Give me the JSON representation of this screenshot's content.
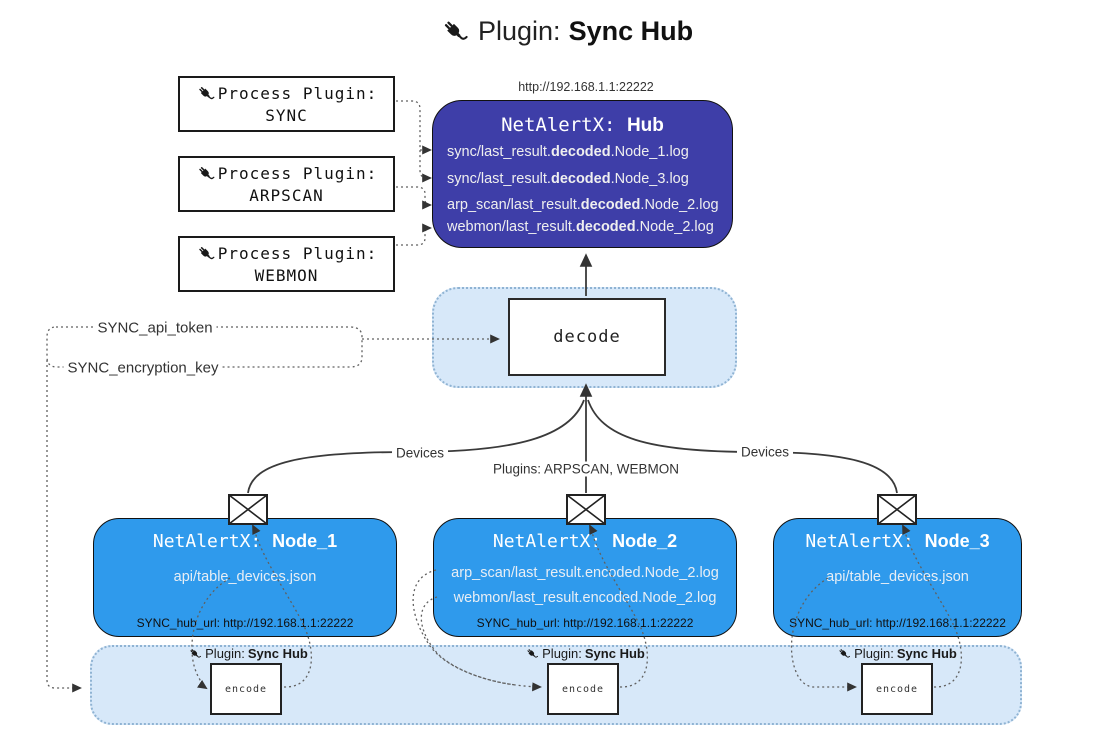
{
  "colors": {
    "hub_fill": "#3e3ea8",
    "node_fill": "#2f9aec",
    "zone_fill": "#d7e8f9",
    "zone_border": "#8fb3d3",
    "line": "#3a3a3a",
    "hub_text": "#efefef",
    "node_text": "#e8eef5"
  },
  "title": {
    "prefix": "Plugin:",
    "name": "Sync Hub"
  },
  "process_plugins": [
    {
      "label": "Process Plugin:",
      "name": "SYNC"
    },
    {
      "label": "Process Plugin:",
      "name": "ARPSCAN"
    },
    {
      "label": "Process Plugin:",
      "name": "WEBMON"
    }
  ],
  "hub": {
    "url": "http://192.168.1.1:22222",
    "title_prefix": "NetAlertX:",
    "title_name": "Hub",
    "files": [
      {
        "pre": "sync/last_result.",
        "bold": "decoded",
        "post": ".Node_1.log"
      },
      {
        "pre": "sync/last_result.",
        "bold": "decoded",
        "post": ".Node_3.log"
      },
      {
        "pre": "arp_scan/last_result.",
        "bold": "decoded",
        "post": ".Node_2.log"
      },
      {
        "pre": "webmon/last_result.",
        "bold": "decoded",
        "post": ".Node_2.log"
      }
    ]
  },
  "settings": {
    "api_token": "SYNC_api_token",
    "encryption_key": "SYNC_encryption_key"
  },
  "decode": {
    "label": "decode"
  },
  "edges": {
    "devices_left": "Devices",
    "plugins_mid": "Plugins: ARPSCAN, WEBMON",
    "devices_right": "Devices"
  },
  "nodes": [
    {
      "title_prefix": "NetAlertX:",
      "title_name": "Node_1",
      "files": [
        "api/table_devices.json"
      ],
      "hub_url": "SYNC_hub_url: http://192.168.1.1:22222"
    },
    {
      "title_prefix": "NetAlertX:",
      "title_name": "Node_2",
      "files": [
        "arp_scan/last_result.encoded.Node_2.log",
        "webmon/last_result.encoded.Node_2.log"
      ],
      "hub_url": "SYNC_hub_url: http://192.168.1.1:22222"
    },
    {
      "title_prefix": "NetAlertX:",
      "title_name": "Node_3",
      "files": [
        "api/table_devices.json"
      ],
      "hub_url": "SYNC_hub_url: http://192.168.1.1:22222"
    }
  ],
  "encode": {
    "label_prefix": "Plugin:",
    "label_name": "Sync Hub",
    "box_label": "encode"
  }
}
